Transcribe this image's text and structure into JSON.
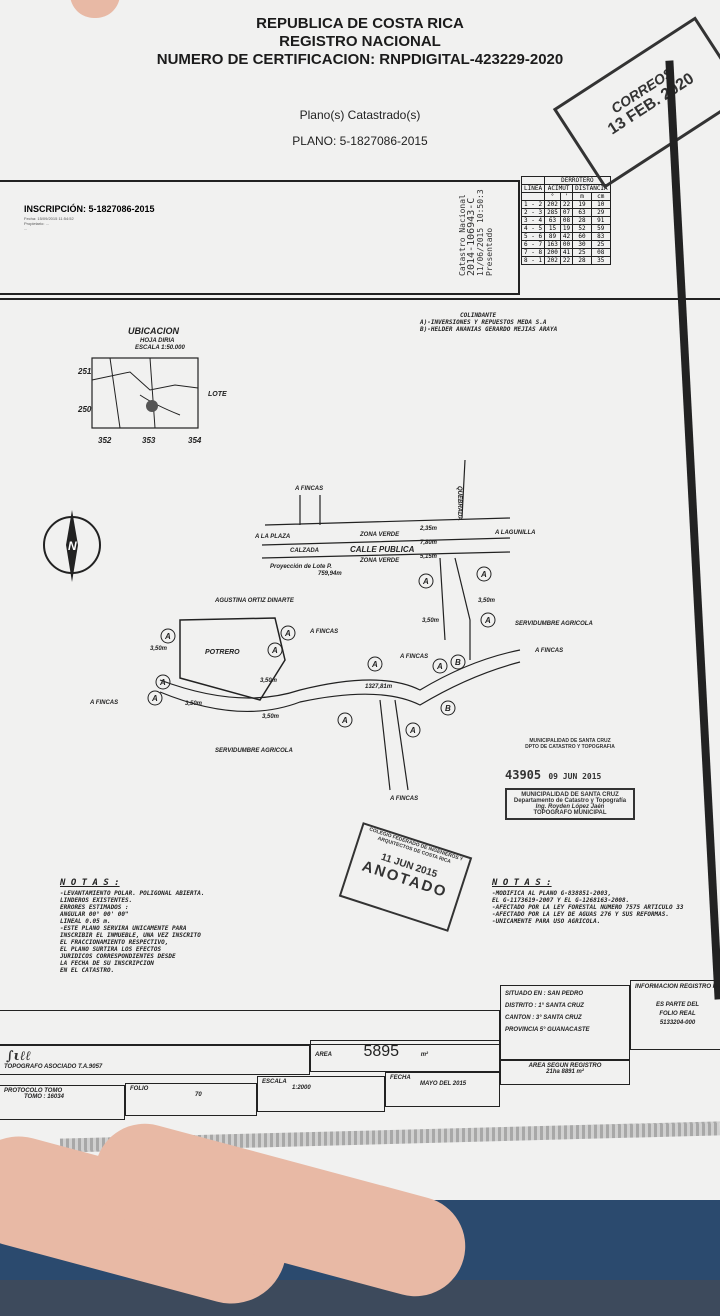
{
  "header": {
    "line1": "REPUBLICA DE COSTA RICA",
    "line2": "REGISTRO NACIONAL",
    "line3": "NUMERO DE CERTIFICACION: RNPDIGITAL-423229-2020",
    "subtitle": "Plano(s) Catastrado(s)",
    "plano": "PLANO: 5-1827086-2015"
  },
  "inscripcion": {
    "label": "INSCRIPCIÓN: 5-1827086-2015",
    "detail1": "Fecha: 15/09/2015 11:54:52",
    "detail2": "Propietario: ...",
    "detail3": "..."
  },
  "catastro_vertical": {
    "line1": "Catastro Nacional",
    "line2": "2014-106943-C",
    "line3": "11/06/2015 10:50:3",
    "line4": "Presentado"
  },
  "derrotero": {
    "title": "DERROTERO",
    "headers": [
      "LINEA",
      "ACIMUT",
      "DISTANCIA"
    ],
    "units": [
      "°",
      "'",
      "m",
      "cm"
    ],
    "rows": [
      [
        "1 - 2",
        "202",
        "22",
        "19",
        "10"
      ],
      [
        "2 - 3",
        "285",
        "07",
        "63",
        "29"
      ],
      [
        "3 - 4",
        "63",
        "08",
        "28",
        "91"
      ],
      [
        "4 - 5",
        "15",
        "19",
        "52",
        "59"
      ],
      [
        "5 - 6",
        "89",
        "42",
        "60",
        "83"
      ],
      [
        "6 - 7",
        "163",
        "00",
        "30",
        "25"
      ],
      [
        "7 - 8",
        "200",
        "41",
        "25",
        "08"
      ],
      [
        "8 - 1",
        "202",
        "22",
        "28",
        "35"
      ]
    ]
  },
  "correos_stamp": {
    "brand": "CORREOS",
    "date": "13 FEB. 2020"
  },
  "colindante": {
    "title": "COLINDANTE",
    "a": "A)-INVERSIONES Y REPUESTOS MEDA S.A",
    "b": "B)-HELDER ANANIAS GERARDO MEJIAS ARAYA"
  },
  "ubicacion": {
    "title": "UBICACION",
    "hoja": "HOJA DIRIA",
    "escala": "ESCALA 1:50.000",
    "y1": "251",
    "y2": "250",
    "x1": "352",
    "x2": "353",
    "x3": "354",
    "lote": "LOTE"
  },
  "drawing": {
    "a_fincas": "A FINCAS",
    "a_plaza": "A LA PLAZA",
    "a_lagunilla": "A LAGUNILLA",
    "calle": "CALLE PUBLICA",
    "calzada": "CALZADA",
    "zona_verde": "ZONA VERDE",
    "w1": "2,35m",
    "w2": "7,80m",
    "w3": "5,15m",
    "proyeccion": "Proyección de Lote P.",
    "d1": "759,94m",
    "d2": "1327,81m",
    "servidumbre": "SERVIDUMBRE AGRICOLA",
    "potrero": "POTRERO",
    "agustina": "AGUSTINA ORTIZ DINARTE",
    "m350a": "3,50m",
    "m350b": "3,50m",
    "m350c": "3,50m",
    "m350d": "3,50m",
    "m350e": "3,50m",
    "m350f": "3,50m",
    "quebrada": "QUEBRADA"
  },
  "municipal_stamp": {
    "line1": "MUNICIPALIDAD DE SANTA CRUZ",
    "line2": "DPTO DE CATASTRO Y TOPOGRAFIA",
    "number": "43905",
    "date": "09 JUN 2015",
    "name1": "MUNICIPALIDAD DE SANTA CRUZ",
    "name2": "Departamento de Catastro y Topografía",
    "name3": "Ing. Royden López Jaén",
    "name4": "TOPOGRAFO MUNICIPAL"
  },
  "anotado_stamp": {
    "top": "COLEGIO FEDERADO DE INGENIEROS Y ARQUITECTOS DE COSTA RICA",
    "date": "11 JUN 2015",
    "label": "ANOTADO"
  },
  "notas_left": {
    "title": "N O T A S :",
    "lines": [
      "-LEVANTAMIENTO POLAR. POLIGONAL ABIERTA.",
      "LINDEROS EXISTENTES.",
      "ERRORES ESTIMADOS :",
      "ANGULAR 00° 00' 00\"",
      "LINEAL 0.05 m.",
      "-ESTE PLANO SERVIRA UNICAMENTE PARA",
      "INSCRIBIR EL INMUEBLE, UNA VEZ INSCRITO",
      "EL FRACCIONAMIENTO RESPECTIVO,",
      "EL PLANO SURTIRA LOS EFECTOS",
      "JURIDICOS CORRESPONDIENTES DESDE",
      "LA FECHA DE SU INSCRIPCION",
      "EN EL CATASTRO."
    ]
  },
  "notas_right": {
    "title": "N O T A S :",
    "lines": [
      "-MODIFICA AL PLANO G-838851-2003,",
      "EL G-1173619-2007 Y EL G-1268163-2008.",
      "-AFECTADO POR LA LEY FORESTAL NUMERO 7575 ARTICULO 33",
      "-AFECTADO POR LA LEY DE AGUAS 276 Y SUS REFORMAS.",
      "-UNICAMENTE PARA USO AGRICOLA."
    ]
  },
  "title_block": {
    "situado": "SITUADO EN : SAN PEDRO",
    "distrito": "DISTRITO : 1° SANTA CRUZ",
    "canton": "CANTON : 3° SANTA CRUZ",
    "provincia": "PROVINCIA 5° GUANACASTE",
    "info_title": "INFORMACION REGISTRO PUB",
    "info1": "ES PARTE DEL",
    "info2": "FOLIO REAL",
    "info3": "5133204-000",
    "area_label": "AREA",
    "area_value": "5895",
    "area_unit": "m²",
    "area_registro_label": "AREA SEGUN REGISTRO",
    "area_registro": "21ha 8891 m²",
    "topografo": "TOPOGRAFO ASOCIADO T.A.9057",
    "protocolo": "PROTOCOLO TOMO",
    "tomo": "TOMO : 16034",
    "folio_label": "FOLIO",
    "folio": "70",
    "escala_label": "ESCALA",
    "escala": "1:2000",
    "fecha_label": "FECHA",
    "fecha": "MAYO DEL 2015"
  }
}
